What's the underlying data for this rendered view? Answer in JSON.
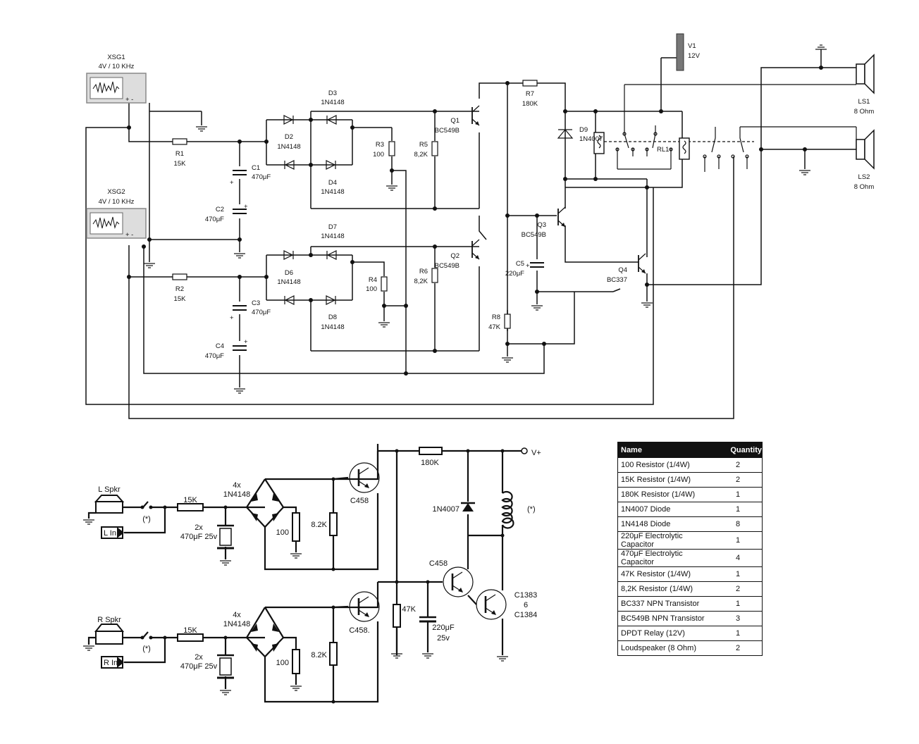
{
  "schematic": {
    "xsg1": {
      "name": "XSG1",
      "spec": "4V / 10 KHz"
    },
    "xsg2": {
      "name": "XSG2",
      "spec": "4V / 10 KHz"
    },
    "gen_terminal": "+ -",
    "v1": {
      "name": "V1",
      "value": "12V"
    },
    "r1": {
      "name": "R1",
      "value": "15K"
    },
    "r2": {
      "name": "R2",
      "value": "15K"
    },
    "c1": {
      "name": "C1",
      "value": "470μF"
    },
    "c2": {
      "name": "C2",
      "value": "470μF"
    },
    "c3": {
      "name": "C3",
      "value": "470μF"
    },
    "c4": {
      "name": "C4",
      "value": "470μF"
    },
    "c5": {
      "name": "C5",
      "value": "220μF"
    },
    "d2": {
      "name": "D2",
      "value": "1N4148"
    },
    "d3": {
      "name": "D3",
      "value": "1N4148"
    },
    "d4": {
      "name": "D4",
      "value": "1N4148"
    },
    "d6": {
      "name": "D6",
      "value": "1N4148"
    },
    "d7": {
      "name": "D7",
      "value": "1N4148"
    },
    "d8": {
      "name": "D8",
      "value": "1N4148"
    },
    "d9": {
      "name": "D9",
      "value": "1N4007"
    },
    "r3": {
      "name": "R3",
      "value": "100"
    },
    "r4": {
      "name": "R4",
      "value": "100"
    },
    "r5": {
      "name": "R5",
      "value": "8,2K"
    },
    "r6": {
      "name": "R6",
      "value": "8,2K"
    },
    "r7": {
      "name": "R7",
      "value": "180K"
    },
    "r8": {
      "name": "R8",
      "value": "47K"
    },
    "q1": {
      "name": "Q1",
      "value": "BC549B"
    },
    "q2": {
      "name": "Q2",
      "value": "BC549B"
    },
    "q3": {
      "name": "Q3",
      "value": "BC549B"
    },
    "q4": {
      "name": "Q4",
      "value": "BC337"
    },
    "rl1": "RL1",
    "ls1": {
      "name": "LS1",
      "value": "8 Ohm"
    },
    "ls2": {
      "name": "LS2",
      "value": "8 Ohm"
    },
    "plus": "+"
  },
  "simplified": {
    "vplus": "V+",
    "l_spkr": "L Spkr",
    "r_spkr": "R Spkr",
    "l_in": "L In",
    "r_in": "R In",
    "star": "(*)",
    "r15k": "15K",
    "cap_qty": "2x",
    "cap_val": "470μF 25v",
    "bridge_qty": "4x",
    "bridge_val": "1N4148",
    "r100": "100",
    "r82k": "8.2K",
    "r180k": "180K",
    "r47k": "47K",
    "diode": "1N4007",
    "t1": "C458",
    "t2": "C458.",
    "t3": "C458",
    "t4a": "C1383",
    "t4b": "6",
    "t4c": "C1384",
    "c220": "220μF",
    "c220v": "25v"
  },
  "bom": {
    "headers": {
      "name": "Name",
      "quantity": "Quantity"
    },
    "rows": [
      {
        "name": "100 Resistor (1/4W)",
        "qty": "2"
      },
      {
        "name": "15K Resistor (1/4W)",
        "qty": "2"
      },
      {
        "name": "180K Resistor (1/4W)",
        "qty": "1"
      },
      {
        "name": "1N4007 Diode",
        "qty": "1"
      },
      {
        "name": "1N4148 Diode",
        "qty": "8"
      },
      {
        "name": "220μF Electrolytic Capacitor",
        "qty": "1"
      },
      {
        "name": "470μF Electrolytic Capacitor",
        "qty": "4"
      },
      {
        "name": "47K Resistor (1/4W)",
        "qty": "1"
      },
      {
        "name": "8,2K Resistor (1/4W)",
        "qty": "2"
      },
      {
        "name": "BC337 NPN Transistor",
        "qty": "1"
      },
      {
        "name": "BC549B NPN Transistor",
        "qty": "3"
      },
      {
        "name": "DPDT Relay (12V)",
        "qty": "1"
      },
      {
        "name": "Loudspeaker (8 Ohm)",
        "qty": "2"
      }
    ]
  }
}
